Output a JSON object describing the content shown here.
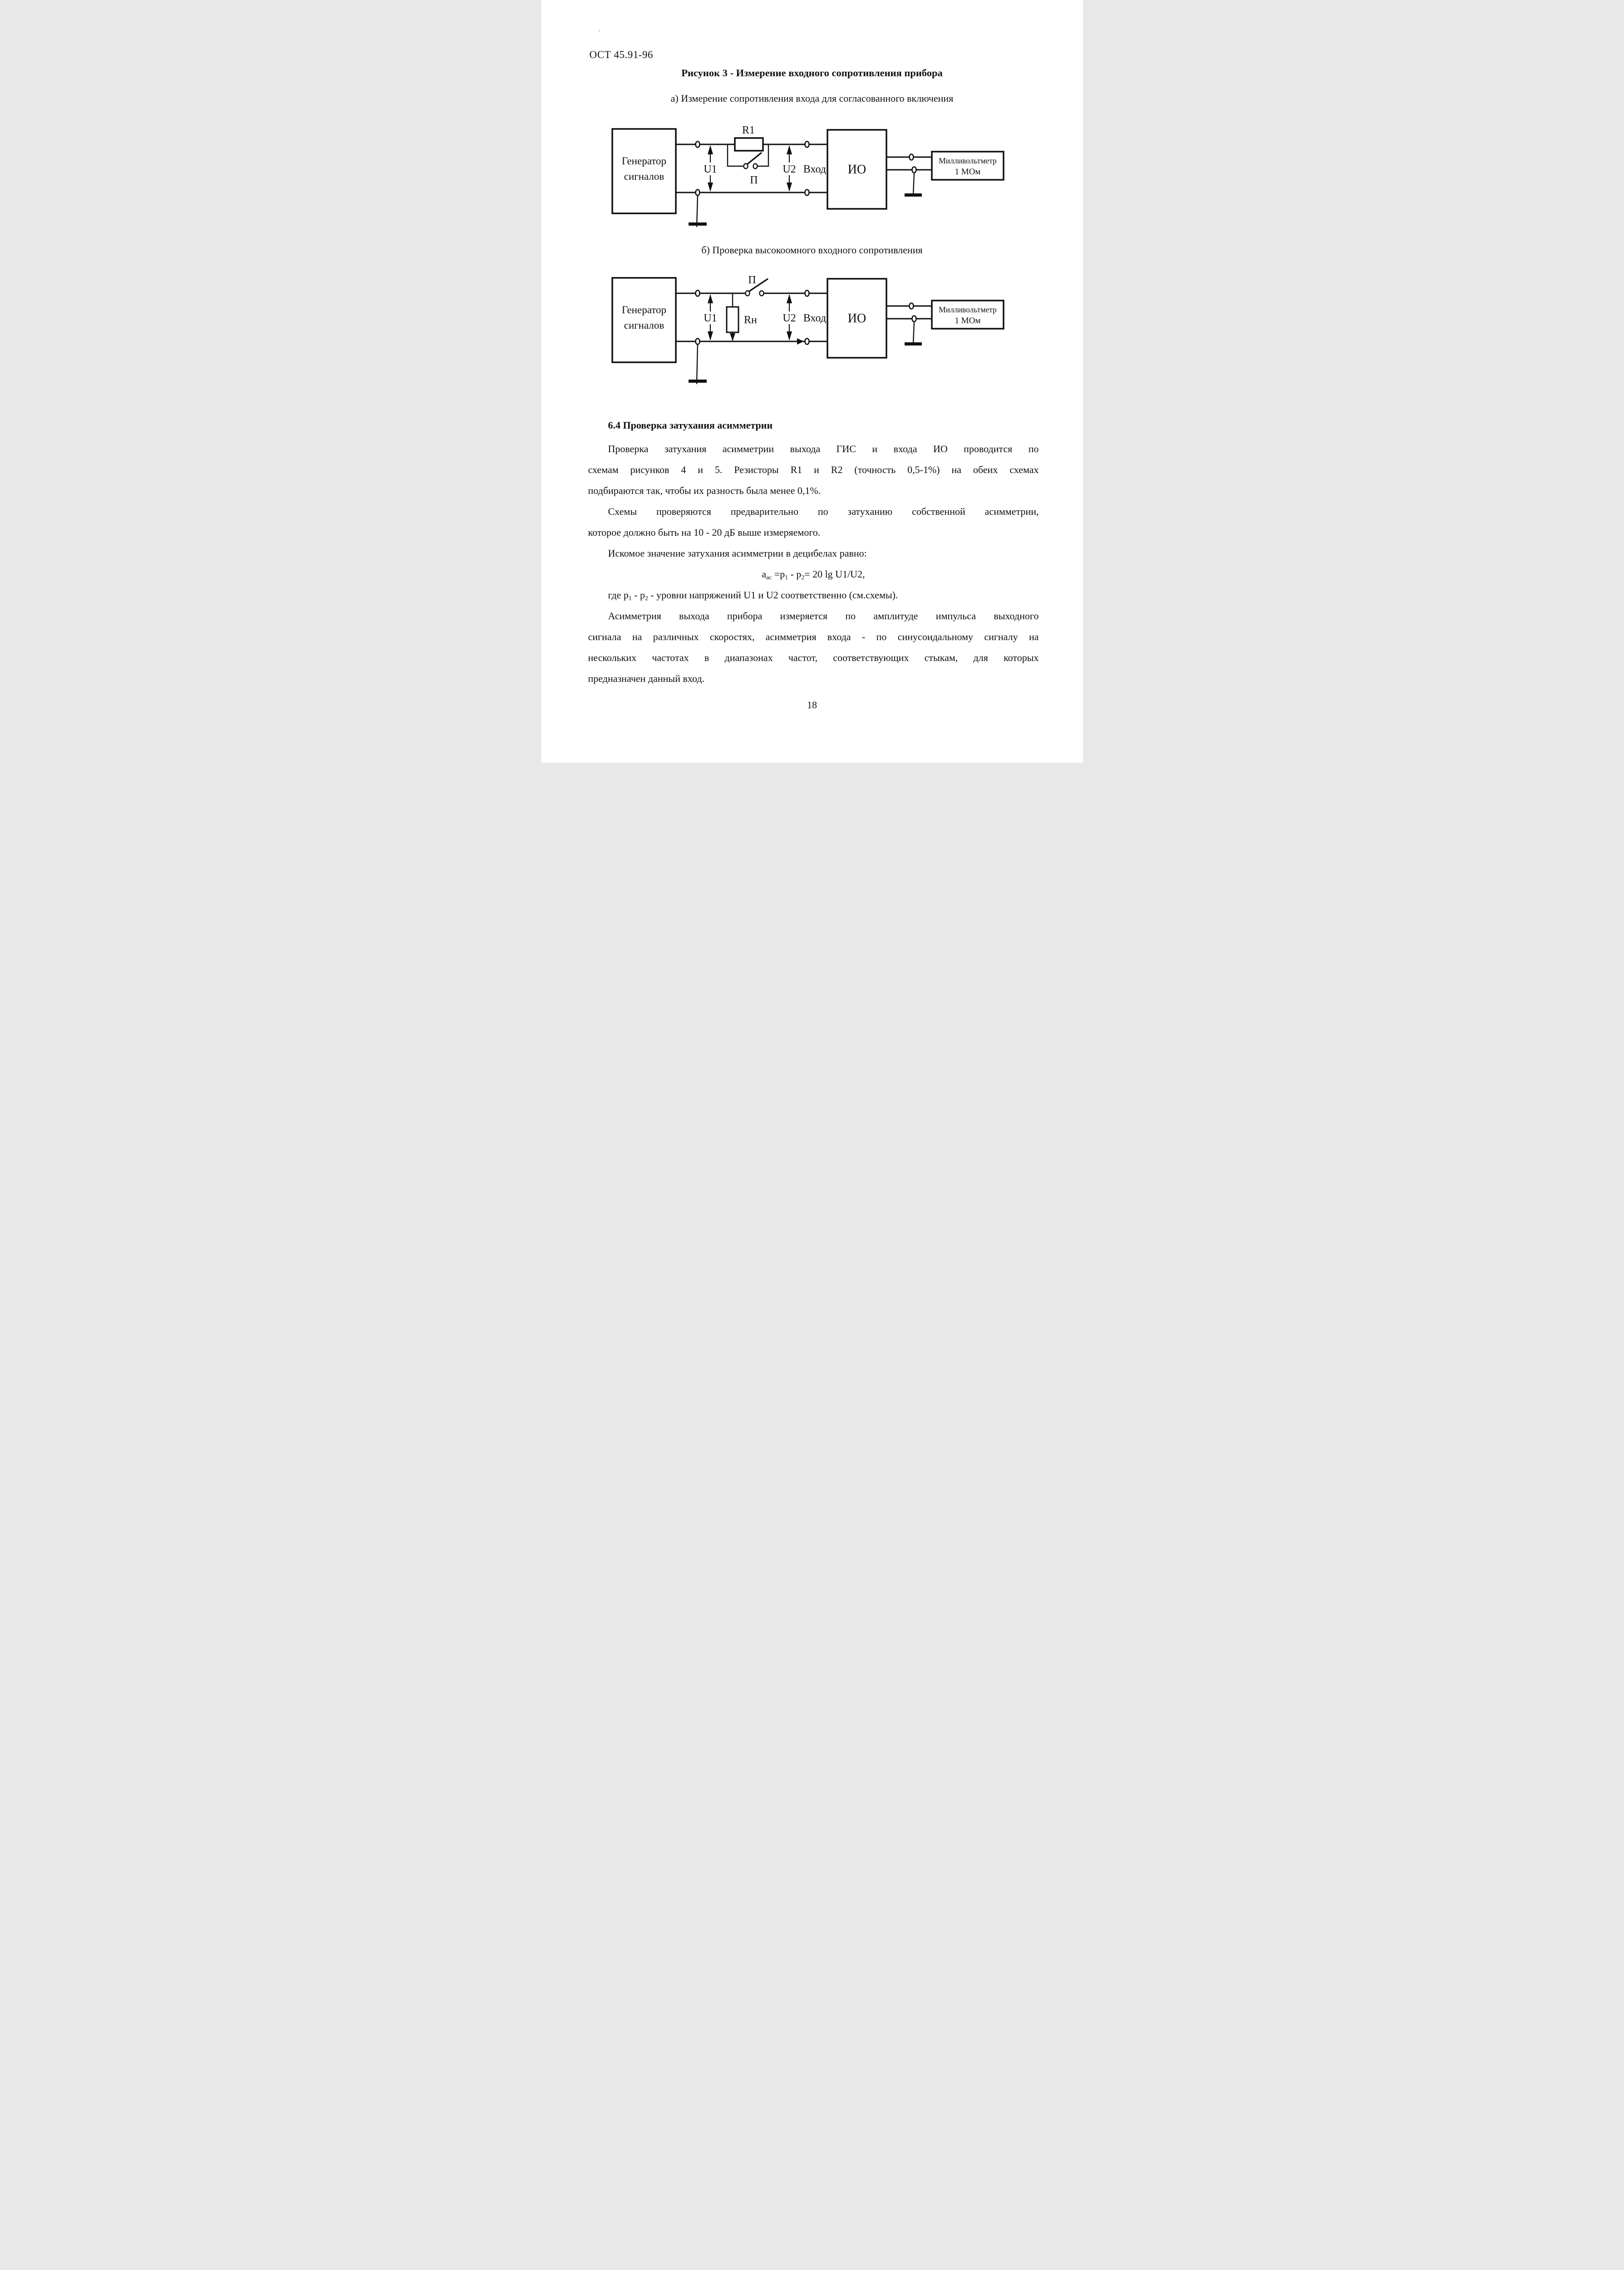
{
  "page": {
    "header": "ОСТ 45.91-96",
    "number": "18",
    "artifact_dot": "."
  },
  "figure3": {
    "title": "Рисунок 3 - Измерение входного сопротивления прибора",
    "caption_a": "а) Измерение сопротивления входа для согласованного включения",
    "caption_b": "б) Проверка высокоомного входного сопротивления"
  },
  "labels": {
    "generator_line1": "Генератор",
    "generator_line2": "сигналов",
    "io": "ИО",
    "mv_line1": "Милливольтметр",
    "mv_line2": "1 МОм",
    "r1": "R1",
    "rn": "Rн",
    "u1": "U1",
    "u2": "U2",
    "input": "Вход",
    "switch": "П"
  },
  "section64": {
    "heading": "6.4 Проверка затухания асимметрии",
    "p1": [
      "Проверка затухания асимметрии выхода ГИС и входа ИО проводится по",
      "схемам рисунков 4 и 5. Резисторы R1 и R2 (точность 0,5-1%) на обеих схемах",
      "подбираются так, чтобы их разность была менее 0,1%."
    ],
    "p2": [
      "Схемы проверяются предварительно по затуханию собственной асимметрии,",
      "которое должно быть на 10 - 20 дБ выше измеряемого."
    ],
    "p3": "Искомое значение затухания асимметрии в децибелах равно:",
    "formula": {
      "base": "a",
      "sub_base": "ас",
      "seg1": " =p",
      "sub1": "1",
      "seg2": " - p",
      "sub2": "2",
      "seg3": "= 20 lg U1/U2,"
    },
    "p4": {
      "seg1": "где p",
      "sub1": "1",
      "seg2": " - p",
      "sub2": "2",
      "seg3": " -  уровни  напряжений U1 и U2 соответственно (см.схемы)."
    },
    "p5": [
      "Асимметрия выхода прибора измеряется по амплитуде импульса выходного",
      "сигнала на различных скоростях, асимметрия входа - по синусоидальному сигналу на",
      "нескольких частотах в диапазонах частот, соответствующих стыкам, для которых",
      "предназначен данный вход."
    ]
  },
  "colors": {
    "ink": "#111111",
    "paper": "#ffffff"
  }
}
